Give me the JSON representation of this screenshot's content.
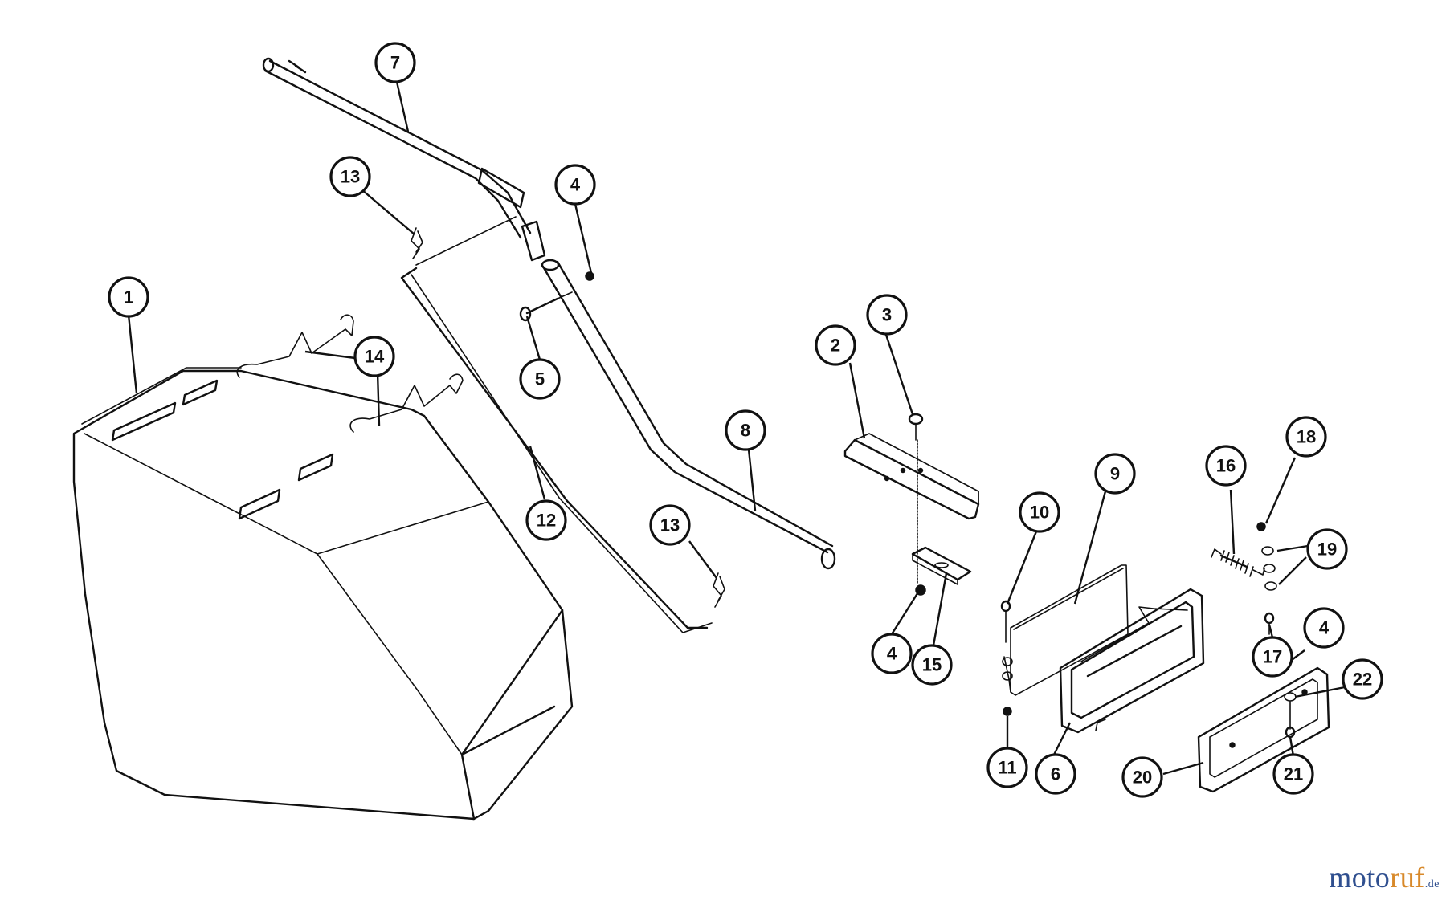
{
  "callouts": [
    {
      "id": "c1",
      "label": "1"
    },
    {
      "id": "c2",
      "label": "2"
    },
    {
      "id": "c3",
      "label": "3"
    },
    {
      "id": "c4a",
      "label": "4"
    },
    {
      "id": "c4b",
      "label": "4"
    },
    {
      "id": "c4c",
      "label": "4"
    },
    {
      "id": "c5",
      "label": "5"
    },
    {
      "id": "c6",
      "label": "6"
    },
    {
      "id": "c7",
      "label": "7"
    },
    {
      "id": "c8",
      "label": "8"
    },
    {
      "id": "c9",
      "label": "9"
    },
    {
      "id": "c10",
      "label": "10"
    },
    {
      "id": "c11",
      "label": "11"
    },
    {
      "id": "c12",
      "label": "12"
    },
    {
      "id": "c13a",
      "label": "13"
    },
    {
      "id": "c13b",
      "label": "13"
    },
    {
      "id": "c14",
      "label": "14"
    },
    {
      "id": "c15",
      "label": "15"
    },
    {
      "id": "c16",
      "label": "16"
    },
    {
      "id": "c17",
      "label": "17"
    },
    {
      "id": "c18",
      "label": "18"
    },
    {
      "id": "c19",
      "label": "19"
    },
    {
      "id": "c20",
      "label": "20"
    },
    {
      "id": "c21",
      "label": "21"
    },
    {
      "id": "c22",
      "label": "22"
    }
  ],
  "watermark": {
    "part1": "moto",
    "part2": "ruf",
    "part3": ".de"
  }
}
